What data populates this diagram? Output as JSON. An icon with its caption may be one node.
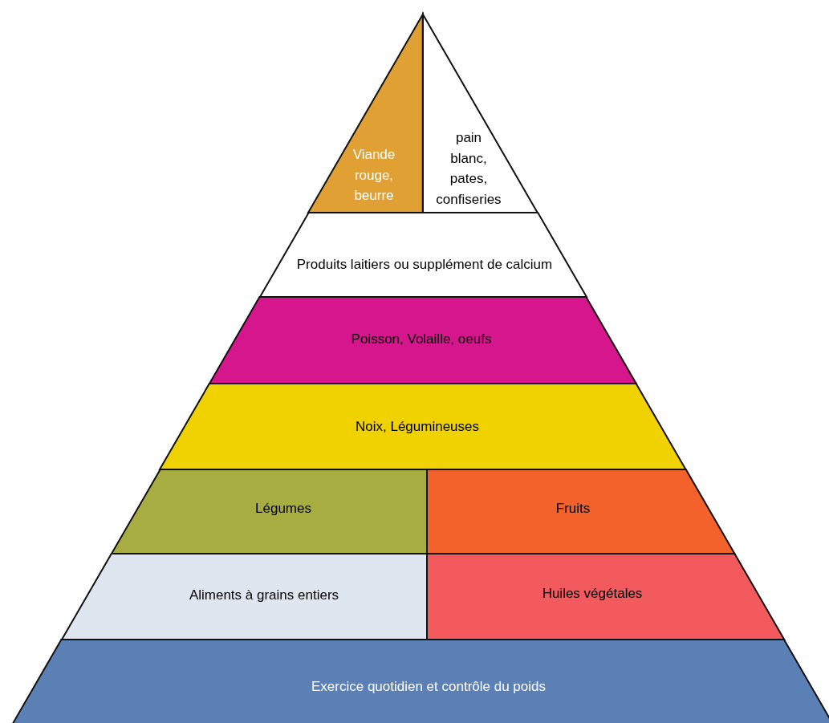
{
  "diagram": {
    "nodes": [
      {
        "text": [
          "Viande rouge, beurre"
        ]
      },
      {
        "text": [
          "pain blanc, pates, confiseries"
        ]
      },
      {
        "text": [
          "Produits laitiers ou supplément de calcium"
        ]
      },
      {
        "text": [
          "Poisson, Volaille, oeufs"
        ]
      },
      {
        "text": [
          "Noix, Légumineuses"
        ]
      },
      {
        "text": [
          "Légumes"
        ]
      },
      {
        "text": [
          "Fruits"
        ]
      },
      {
        "text": [
          "Aliments à grains entiers"
        ]
      },
      {
        "text": [
          "Huiles végétales"
        ]
      },
      {
        "text": [
          "Exercice quotidien et contrôle du poids"
        ]
      }
    ],
    "edges": []
  }
}
